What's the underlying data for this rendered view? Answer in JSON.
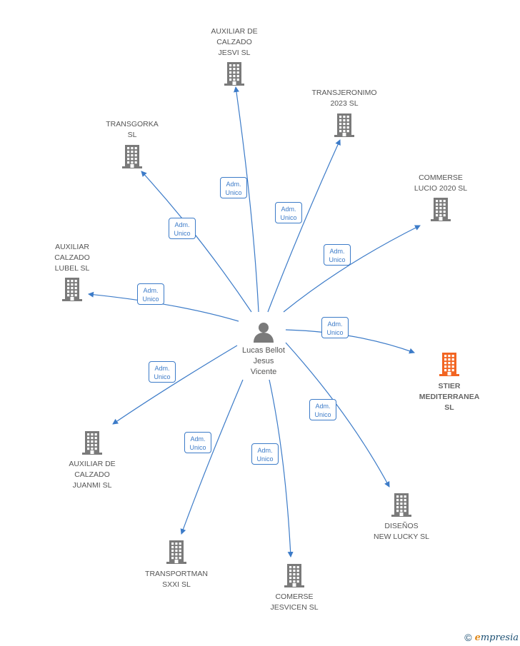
{
  "center": {
    "name": "Lucas Bellot\nJesus\nVicente",
    "icon": "person-icon",
    "color": "#7a7a7a"
  },
  "edge_color": "#3c7bc8",
  "edge_label_text": "Adm.\nUnico",
  "nodes": [
    {
      "id": "auxiliar-calzado-jesvi",
      "label": "AUXILIAR DE\nCALZADO\nJESVI  SL",
      "icon": "building-icon",
      "highlight": false
    },
    {
      "id": "transjeronimo",
      "label": "TRANSJERONIMO\n2023  SL",
      "icon": "building-icon",
      "highlight": false
    },
    {
      "id": "transgorka",
      "label": "TRANSGORKA\nSL",
      "icon": "building-icon",
      "highlight": false
    },
    {
      "id": "commerse-lucio",
      "label": "COMMERSE\nLUCIO 2020  SL",
      "icon": "building-icon",
      "highlight": false
    },
    {
      "id": "auxiliar-calzado-lubel",
      "label": "AUXILIAR\nCALZADO\nLUBEL  SL",
      "icon": "building-icon",
      "highlight": false
    },
    {
      "id": "stier-mediterranea",
      "label": "STIER\nMEDITERRANEA\nSL",
      "icon": "building-icon",
      "highlight": true
    },
    {
      "id": "auxiliar-calzado-juanmi",
      "label": "AUXILIAR DE\nCALZADO\nJUANMI  SL",
      "icon": "building-icon",
      "highlight": false
    },
    {
      "id": "disenos-new-lucky",
      "label": "DISEÑOS\nNEW LUCKY  SL",
      "icon": "building-icon",
      "highlight": false
    },
    {
      "id": "transportman",
      "label": "TRANSPORTMAN\nSXXI  SL",
      "icon": "building-icon",
      "highlight": false
    },
    {
      "id": "comerse-jesvicen",
      "label": "COMERSE\nJESVICEN  SL",
      "icon": "building-icon",
      "highlight": false
    }
  ],
  "colors": {
    "building": "#7a7a7a",
    "building_highlight": "#f26522"
  },
  "watermark": {
    "copyright": "©",
    "brand_initial": "e",
    "brand_rest": "mpresia"
  }
}
